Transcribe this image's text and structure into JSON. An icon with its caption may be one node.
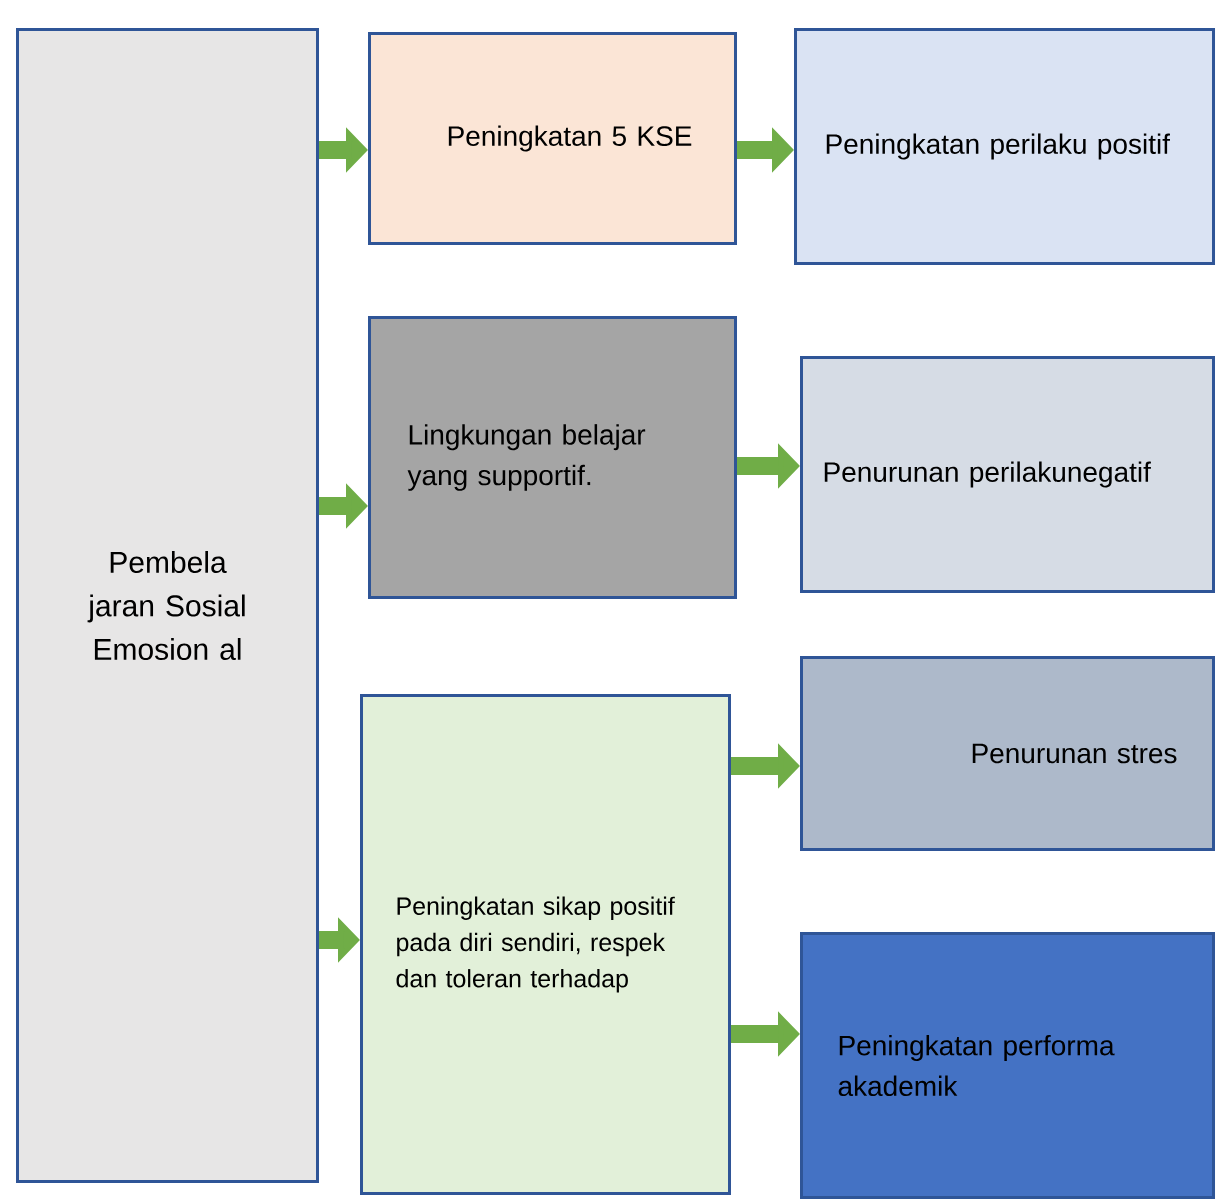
{
  "diagram": {
    "nodes": [
      {
        "text": [
          "Pembela jaran Sosial Emosion al"
        ]
      },
      {
        "text": [
          "Peningkatan 5 KSE"
        ]
      },
      {
        "text": [
          "Lingkungan belajar yang supportif."
        ]
      },
      {
        "text": [
          "Peningkatan sikap positif pada diri sendiri, respek dan toleran terhadap"
        ]
      },
      {
        "text": [
          "Peningkatan perilaku positif"
        ]
      },
      {
        "text": [
          "Penurunan perilakunegatif"
        ]
      },
      {
        "text": [
          "Penurunan stres"
        ]
      },
      {
        "text": [
          "Peningkatan performa akademik"
        ]
      }
    ],
    "edges": [
      {
        "from": 0,
        "to": 1,
        "arrow": "to"
      },
      {
        "from": 0,
        "to": 2,
        "arrow": "to"
      },
      {
        "from": 0,
        "to": 3,
        "arrow": "to"
      },
      {
        "from": 1,
        "to": 4,
        "arrow": "to"
      },
      {
        "from": 2,
        "to": 5,
        "arrow": "to"
      },
      {
        "from": 3,
        "to": 6,
        "arrow": "to"
      },
      {
        "from": 3,
        "to": 7,
        "arrow": "to"
      }
    ]
  }
}
